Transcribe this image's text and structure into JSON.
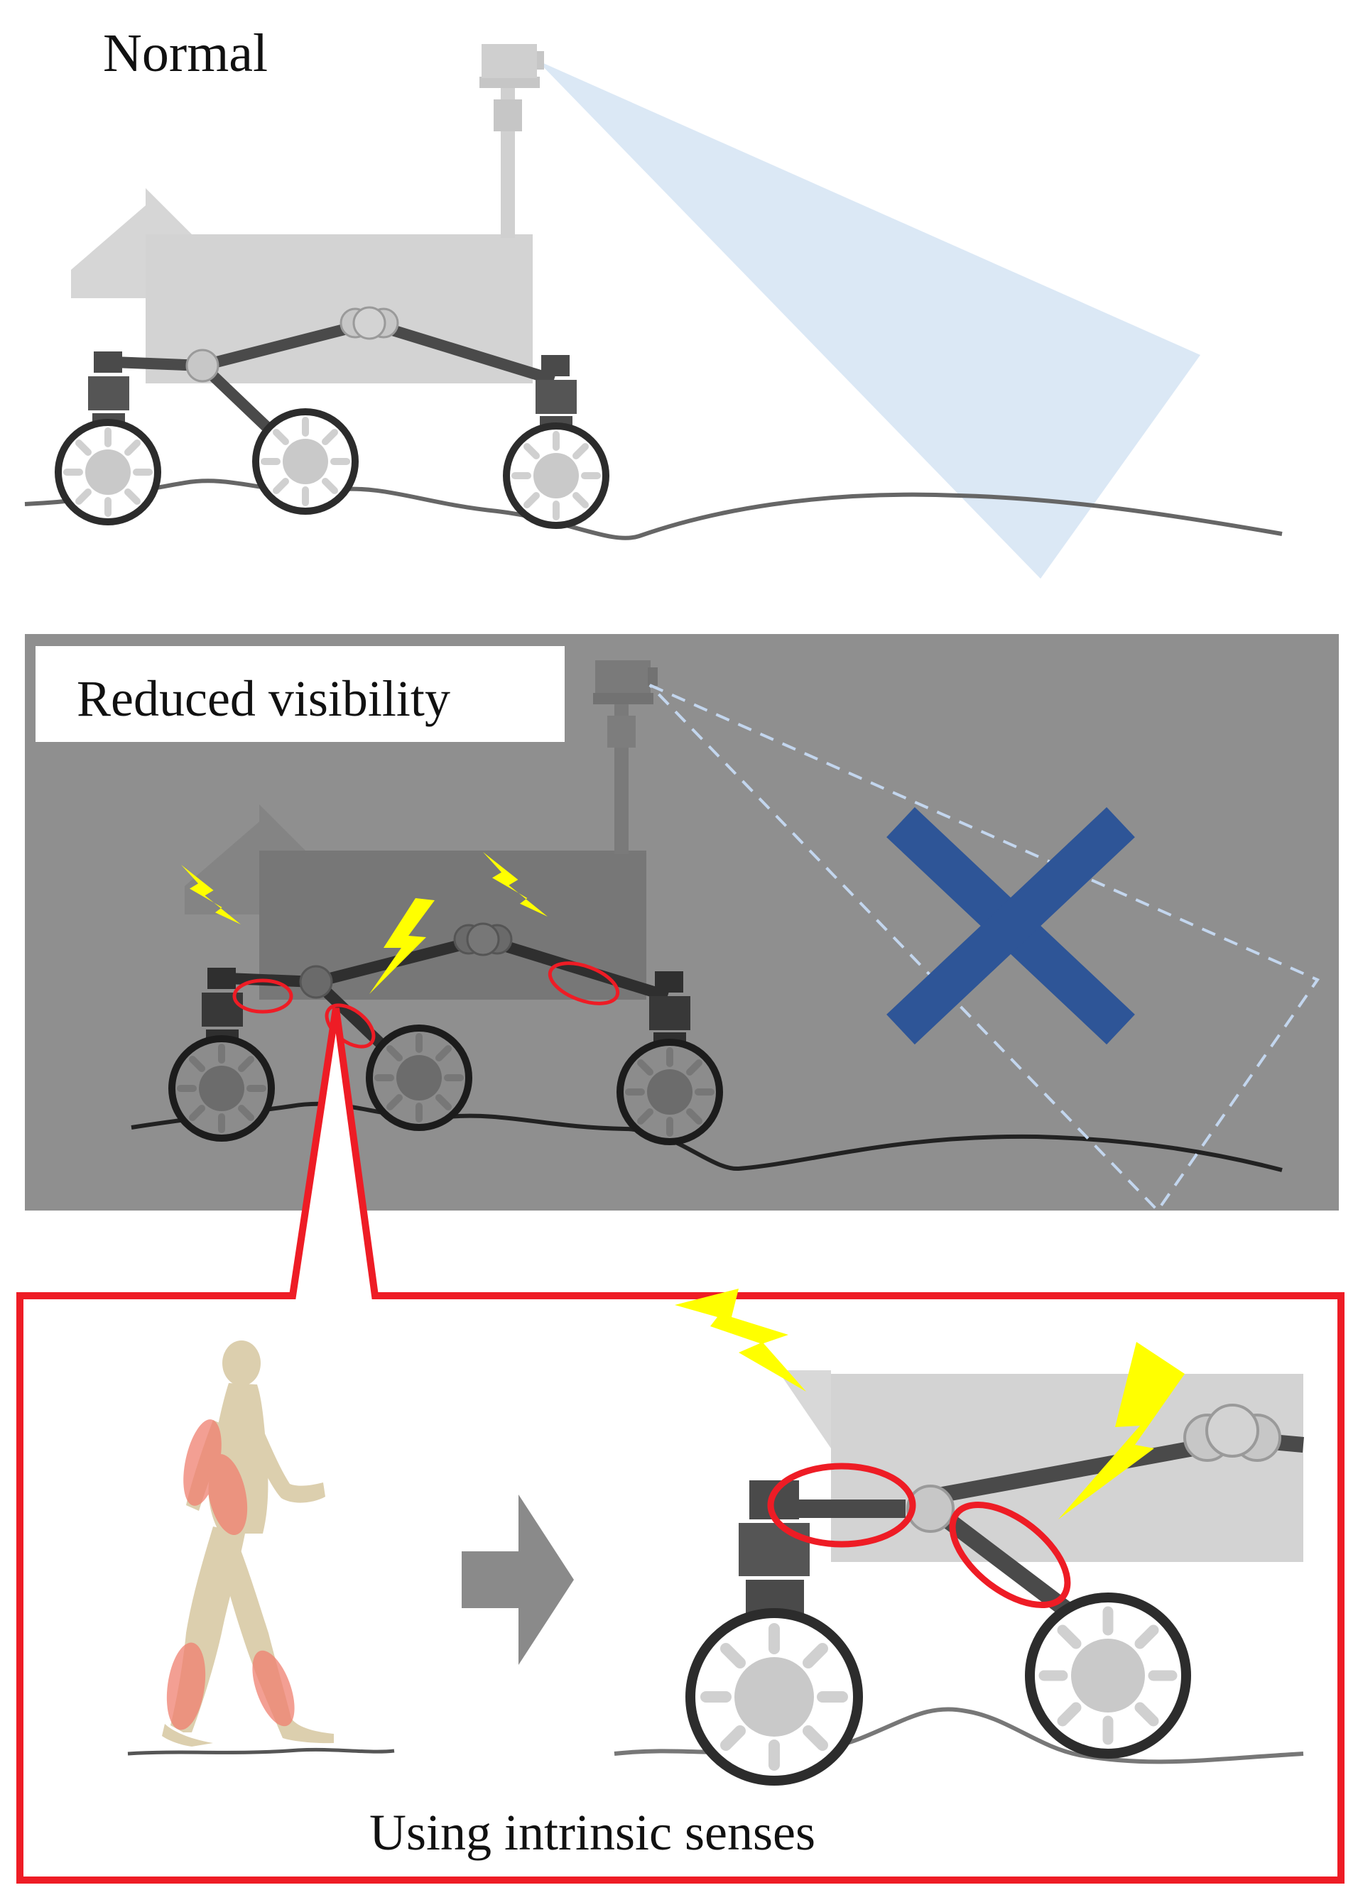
{
  "panels": {
    "normal": {
      "label": "Normal"
    },
    "reduced": {
      "label": "Reduced visibility"
    },
    "intrinsic": {
      "label": "Using intrinsic senses"
    }
  },
  "colors": {
    "panel_gray": "#8f8f8f",
    "rover_body_light": "#d3d3d3",
    "rover_body_dark": "#777777",
    "link_dark": "#4a4a4a",
    "camera_view": "#dbe8f5",
    "blocked_view_dash": "#c3d6ee",
    "cross_blue": "#2e5597",
    "highlight_red": "#ee1c25",
    "lightning_yellow": "#ffff00",
    "human_beige": "#dccfae",
    "muscle_red": "#f08070",
    "arrow_gray": "#8a8a8a"
  },
  "icons": {
    "camera": "camera-icon",
    "cross": "cross-icon",
    "lightning": "lightning-icon",
    "arrow": "arrow-right-icon",
    "human": "walking-human-icon"
  }
}
